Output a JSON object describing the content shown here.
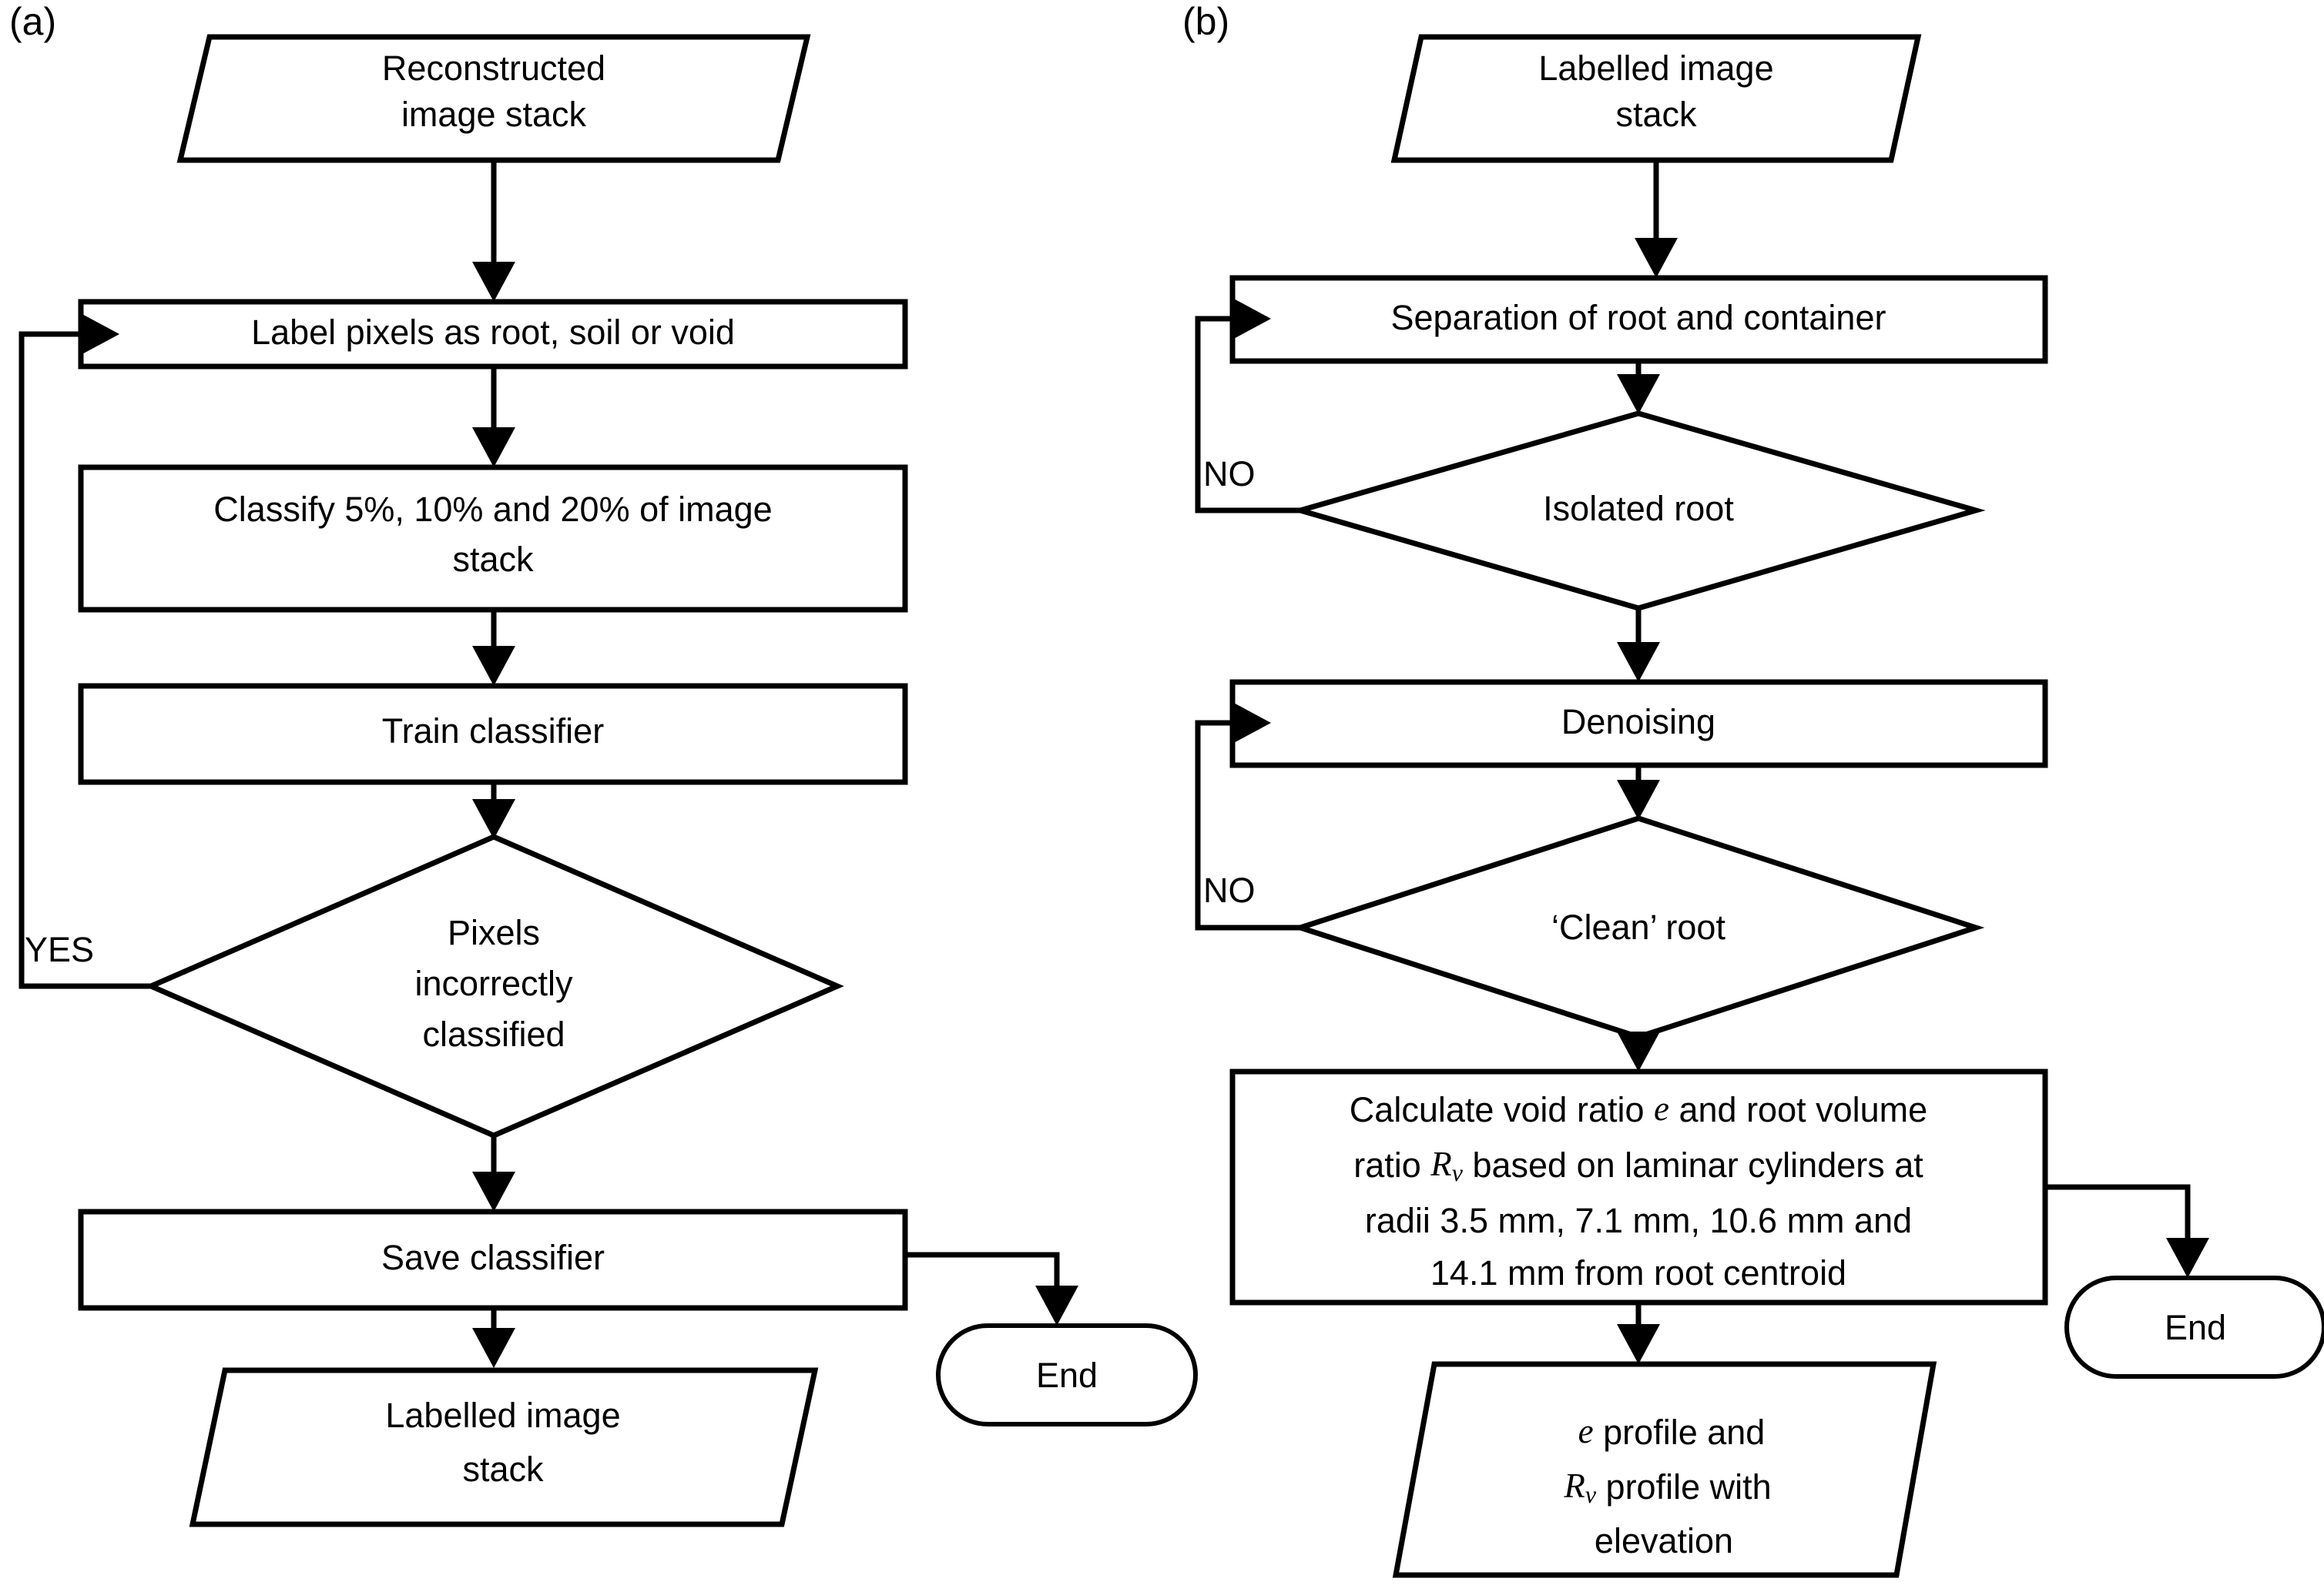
{
  "figure": {
    "type": "flowchart",
    "background": "#ffffff",
    "stroke_color": "#000000",
    "panels": [
      {
        "id": "a",
        "label": "(a)",
        "nodes": [
          {
            "id": "a-input-recon",
            "shape": "parallelogram",
            "lines": [
              "Reconstructed",
              "image stack"
            ]
          },
          {
            "id": "a-label-pixels",
            "shape": "process",
            "lines": [
              "Label pixels as root, soil or void"
            ]
          },
          {
            "id": "a-classify",
            "shape": "process",
            "lines": [
              "Classify 5%, 10% and 20% of image",
              "stack"
            ]
          },
          {
            "id": "a-train",
            "shape": "process",
            "lines": [
              "Train classifier"
            ]
          },
          {
            "id": "a-decision",
            "shape": "decision",
            "lines": [
              "Pixels",
              "incorrectly",
              "classified"
            ]
          },
          {
            "id": "a-save",
            "shape": "process",
            "lines": [
              "Save classifier"
            ]
          },
          {
            "id": "a-output-stack",
            "shape": "parallelogram",
            "lines": [
              "Labelled image",
              "stack"
            ]
          },
          {
            "id": "a-end",
            "shape": "terminator",
            "lines": [
              "End"
            ]
          }
        ],
        "edge_labels": [
          {
            "id": "a-yes-label",
            "text": "YES"
          }
        ]
      },
      {
        "id": "b",
        "label": "(b)",
        "nodes": [
          {
            "id": "b-input-stack",
            "shape": "parallelogram",
            "lines": [
              "Labelled image",
              "stack"
            ]
          },
          {
            "id": "b-separation",
            "shape": "process",
            "lines": [
              "Separation of root and container"
            ]
          },
          {
            "id": "b-decision-iso",
            "shape": "decision",
            "lines": [
              "Isolated root"
            ]
          },
          {
            "id": "b-denoising",
            "shape": "process",
            "lines": [
              "Denoising"
            ]
          },
          {
            "id": "b-decision-cln",
            "shape": "decision",
            "lines": [
              "‘Clean’ root"
            ]
          },
          {
            "id": "b-calculate",
            "shape": "process",
            "lines": [
              "Calculate void ratio e and root volume",
              "ratio Rv based on laminar cylinders at",
              "radii 3.5 mm, 7.1 mm, 10.6 mm and",
              "14.1 mm from root centroid"
            ]
          },
          {
            "id": "b-output",
            "shape": "parallelogram",
            "lines": [
              "e profile and",
              "Rv profile with",
              "elevation"
            ]
          },
          {
            "id": "b-end",
            "shape": "terminator",
            "lines": [
              "End"
            ]
          }
        ],
        "edge_labels": [
          {
            "id": "b-no-label-1",
            "text": "NO"
          },
          {
            "id": "b-no-label-2",
            "text": "NO"
          }
        ]
      }
    ],
    "text": {
      "panel_a_label": "(a)",
      "panel_b_label": "(b)",
      "a_recon_l1": "Reconstructed",
      "a_recon_l2": "image stack",
      "a_label_pixels": "Label pixels as root, soil or void",
      "a_classify_l1": "Classify 5%, 10% and 20% of image",
      "a_classify_l2": "stack",
      "a_train": "Train classifier",
      "a_dec_l1": "Pixels",
      "a_dec_l2": "incorrectly",
      "a_dec_l3": "classified",
      "a_yes": "YES",
      "a_save": "Save classifier",
      "a_out_l1": "Labelled image",
      "a_out_l2": "stack",
      "a_end": "End",
      "b_in_l1": "Labelled image",
      "b_in_l2": "stack",
      "b_separation": "Separation of root and container",
      "b_no_1": "NO",
      "b_dec_iso": "Isolated root",
      "b_denoising": "Denoising",
      "b_no_2": "NO",
      "b_dec_clean": "‘Clean’ root",
      "b_calc_l1_pre": "Calculate void ratio ",
      "b_calc_l1_var": "e",
      "b_calc_l1_post": " and root volume",
      "b_calc_l2_pre": "ratio ",
      "b_calc_l2_var": "R",
      "b_calc_l2_sub": "v",
      "b_calc_l2_post": " based on laminar cylinders at",
      "b_calc_l3": "radii 3.5 mm, 7.1 mm, 10.6 mm and",
      "b_calc_l4": "14.1 mm from root centroid",
      "b_out_l1_var": "e",
      "b_out_l1_post": " profile and",
      "b_out_l2_var": "R",
      "b_out_l2_sub": "v",
      "b_out_l2_post": " profile with",
      "b_out_l3": "elevation",
      "b_end": "End"
    }
  }
}
